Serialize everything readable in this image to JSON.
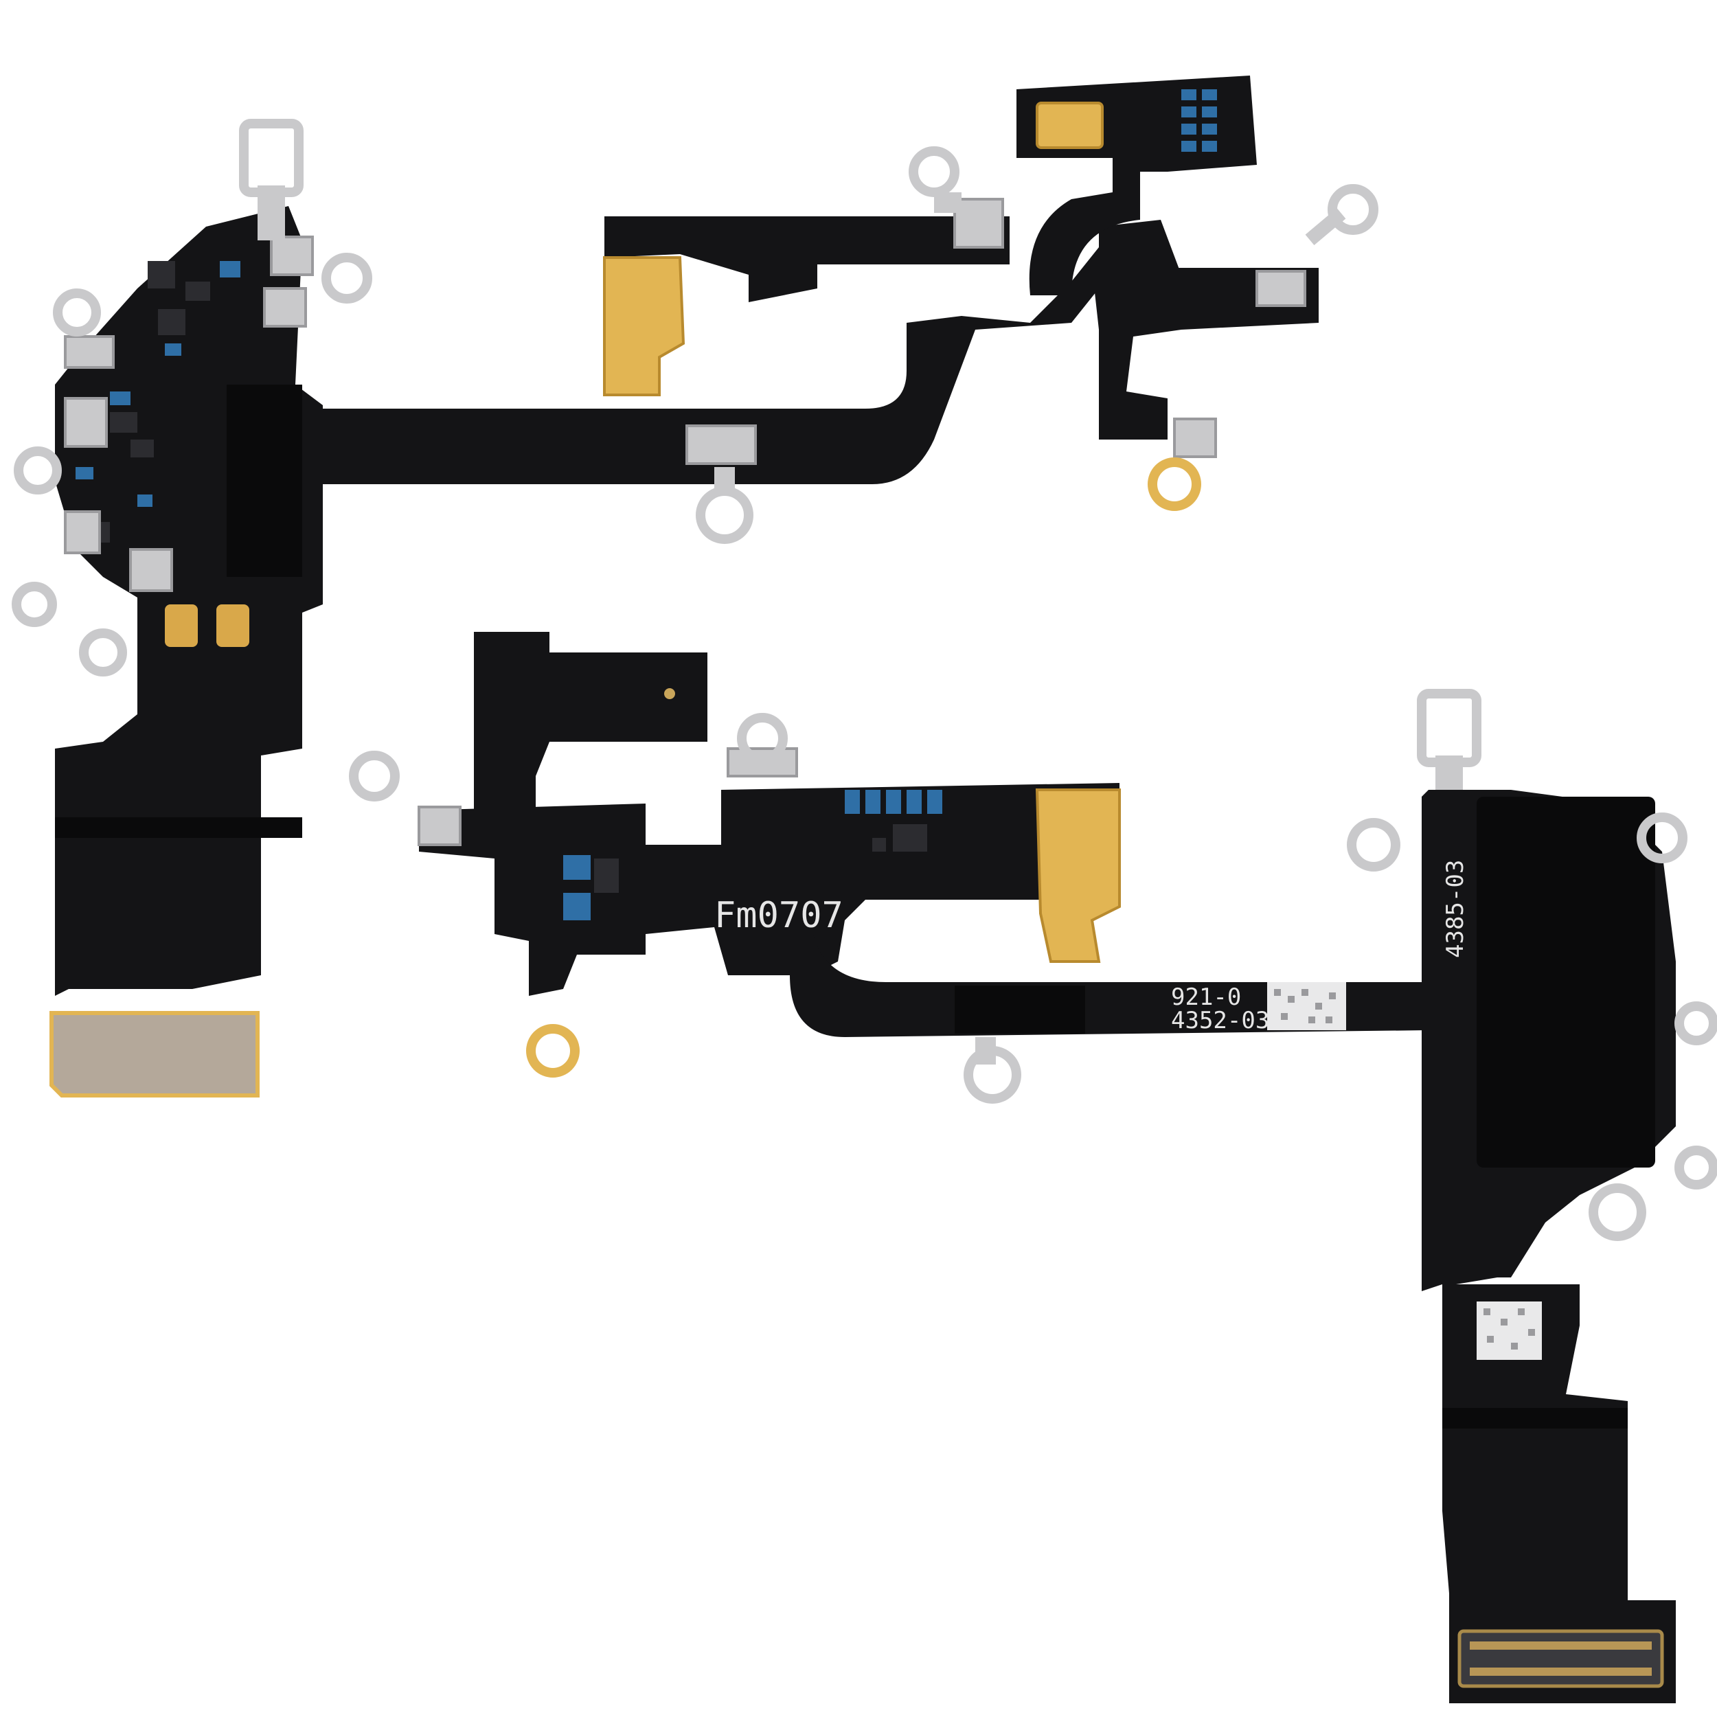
{
  "product_photo": {
    "subject": "flex cable pair",
    "colors": {
      "background": "#ffffff",
      "flex": "#141416",
      "flex_shade": "#0a0a0b",
      "steel": "#c9c9cb",
      "steel_dark": "#9a9a9d",
      "gold": "#e2b553",
      "gold_dark": "#b88a2e",
      "component_blue": "#2f6fa6",
      "silkscreen": "#e6e6e6"
    },
    "printed_labels": {
      "top_cable_pad_label": "Fm0707",
      "part_number_line1": "921-0",
      "part_number_line2": "4352-03",
      "vertical_code": "4385-03"
    }
  }
}
